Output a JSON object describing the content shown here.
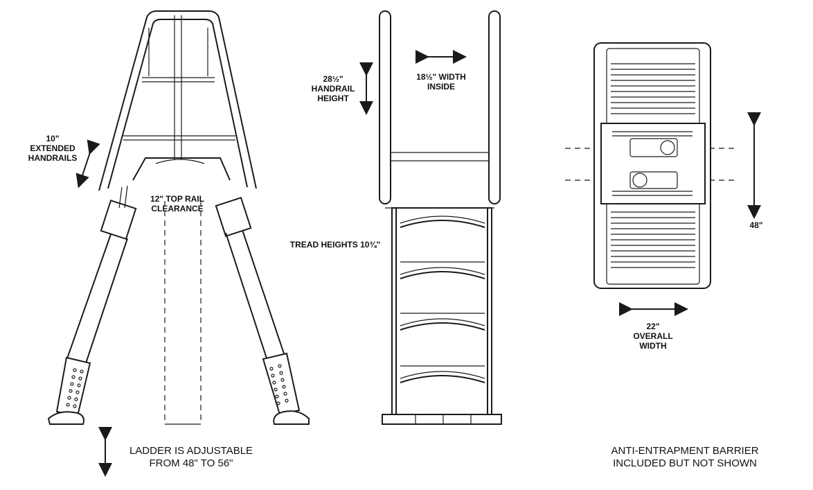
{
  "views": {
    "front": {
      "extended_handrails": "10\"\nEXTENDED\nHANDRAILS",
      "top_rail_clearance": "12\" TOP RAIL\nCLEARANCE"
    },
    "side": {
      "handrail_height": "28½\"\nHANDRAIL\nHEIGHT",
      "width_inside": "18½\" WIDTH\nINSIDE",
      "tread_heights": "TREAD HEIGHTS 10¾\""
    },
    "top": {
      "length": "48\"",
      "overall_width": "22\"\nOVERALL\nWIDTH"
    }
  },
  "notes": {
    "adjustable": "LADDER IS ADJUSTABLE\nFROM 48\" TO 56\"",
    "barrier": "ANTI-ENTRAPMENT BARRIER\nINCLUDED BUT NOT SHOWN"
  }
}
